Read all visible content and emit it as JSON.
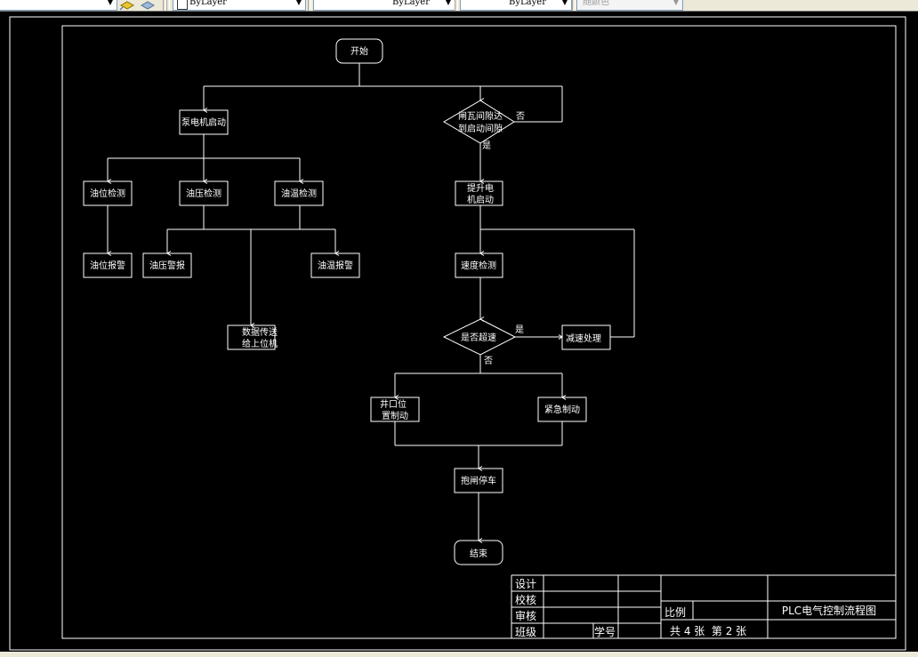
{
  "toolbar": {
    "layer_dropdown_value": "ByLayer",
    "linetype_dropdown_value": "ByLayer",
    "lineweight_dropdown_value": "ByLayer",
    "plotstyle_dropdown_value": "随颜色",
    "icons": [
      "layer-states-icon",
      "layer-previous-icon"
    ]
  },
  "colors": {
    "canvas_background": "#000000",
    "line": "#ffffff",
    "toolbar_background": "#ece9d8"
  },
  "flowchart": {
    "nodes": {
      "start": "开始",
      "pump_motor_start": "泵电机启动",
      "oil_level_check": "油位检测",
      "oil_pressure_check": "油压检测",
      "oil_temp_check": "油温检测",
      "oil_level_alarm": "油位报警",
      "oil_pressure_alarm": "油压警报",
      "oil_temp_alarm": "油温报警",
      "data_transfer_line1": "数据传送",
      "data_transfer_line2": "给上位机",
      "gap_decision_line1": "闸瓦间隙达",
      "gap_decision_line2": "到启动间隙",
      "hoist_motor_start_line1": "提升电",
      "hoist_motor_start_line2": "机启动",
      "speed_check": "速度检测",
      "overspeed_decision": "是否超速",
      "decelerate": "减速处理",
      "shaft_brake_line1": "井口位",
      "shaft_brake_line2": "置制动",
      "emergency_brake": "紧急制动",
      "brake_stop": "抱闸停车",
      "end": "结束"
    },
    "edge_labels": {
      "gap_no": "否",
      "gap_yes": "是",
      "overspeed_yes": "是",
      "overspeed_no": "否"
    }
  },
  "title_block": {
    "design": "设计",
    "check": "校核",
    "review": "审核",
    "class": "班级",
    "student_id": "学号",
    "scale": "比例",
    "sheets": "共 4 张  第 2 张",
    "drawing_title": "PLC电气控制流程图"
  }
}
